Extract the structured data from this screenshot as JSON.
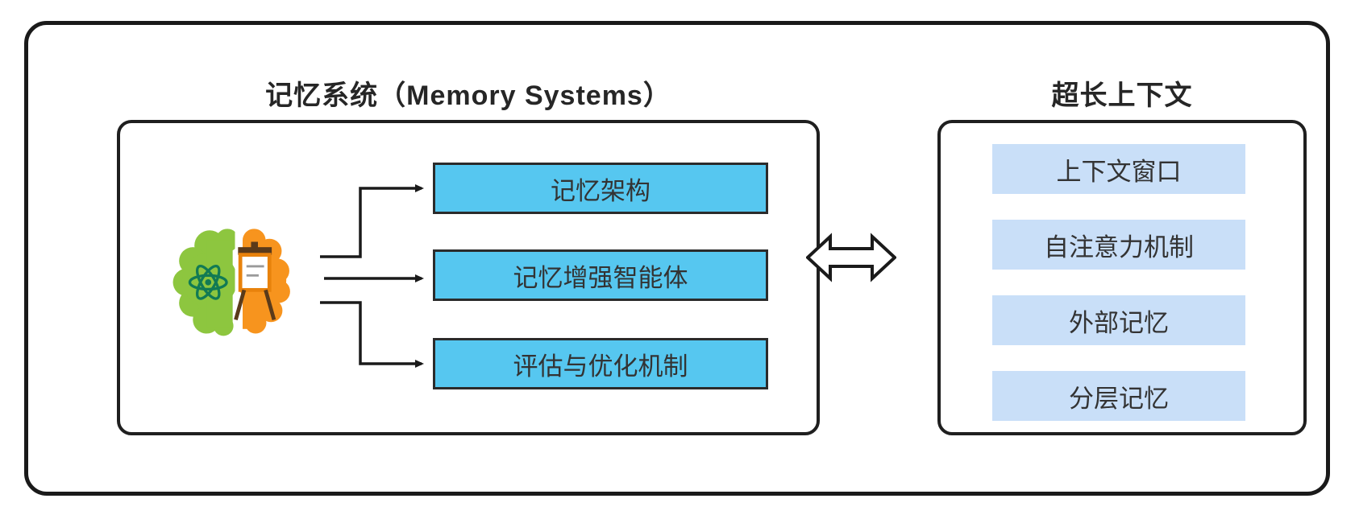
{
  "left_panel": {
    "title": "记忆系统（Memory Systems）",
    "items": [
      "记忆架构",
      "记忆增强智能体",
      "评估与优化机制"
    ]
  },
  "right_panel": {
    "title": "超长上下文",
    "items": [
      "上下文窗口",
      "自注意力机制",
      "外部记忆",
      "分层记忆"
    ]
  },
  "icons": {
    "brain": "half-green-half-orange-brain-icon",
    "atom": "atom-orbit-icon",
    "whiteboard": "easel-whiteboard-icon",
    "double_arrow": "bidirectional-arrow-icon",
    "connectors": "elbow-arrow-connectors"
  },
  "colors": {
    "outer_border": "#1a1a1a",
    "group_border": "#1f1f1f",
    "cyan_box_fill": "#56C7F0",
    "light_blue_box_fill": "#C9DFF8",
    "brain_green": "#8DC63F",
    "brain_orange": "#F7941E",
    "atom_stroke": "#117a54",
    "text": "#333333"
  }
}
